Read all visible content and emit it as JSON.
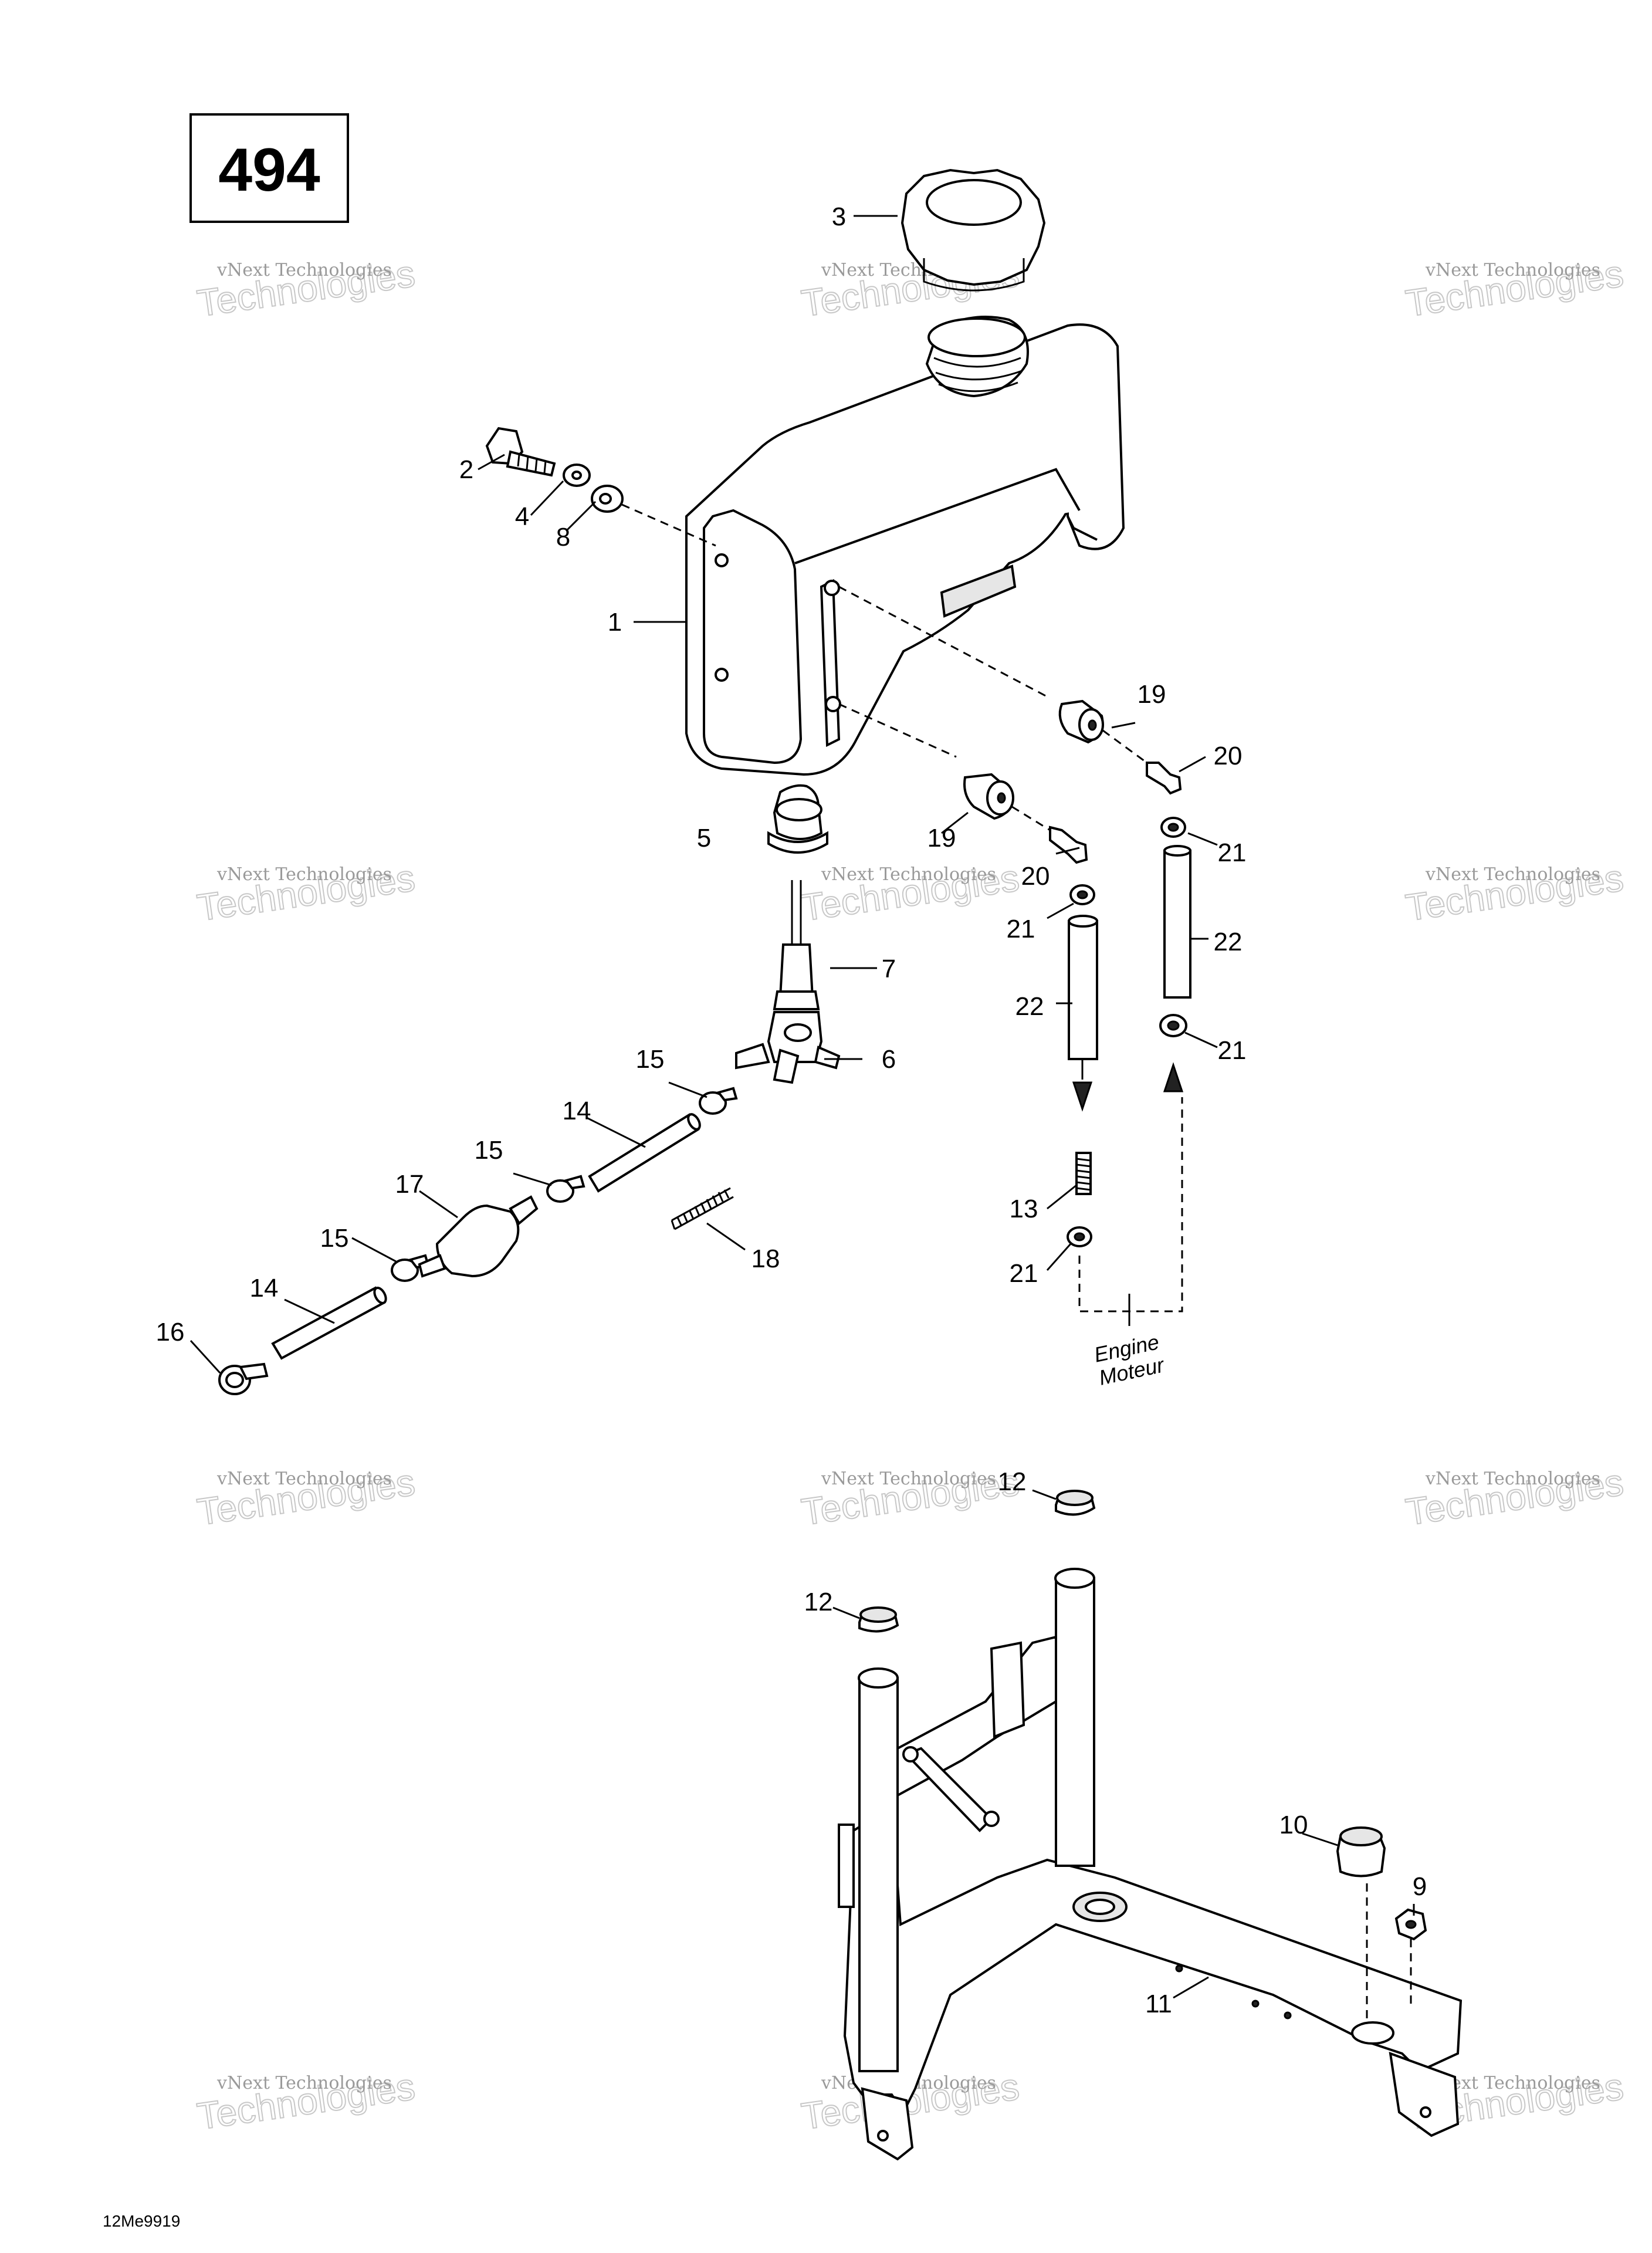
{
  "page_number": "494",
  "drawing_code": "12Me9919",
  "engine_label": {
    "line1": "Engine",
    "line2": "Moteur"
  },
  "watermark": {
    "small": "vNext Technologies",
    "large": "Technologies",
    "top": "vNext"
  },
  "callouts": {
    "c1": "1",
    "c2": "2",
    "c3": "3",
    "c4": "4",
    "c5": "5",
    "c6": "6",
    "c7": "7",
    "c8": "8",
    "c9": "9",
    "c10": "10",
    "c11": "11",
    "c12a": "12",
    "c12b": "12",
    "c13": "13",
    "c14a": "14",
    "c14b": "14",
    "c15a": "15",
    "c15b": "15",
    "c15c": "15",
    "c16": "16",
    "c17": "17",
    "c18": "18",
    "c19a": "19",
    "c19b": "19",
    "c20a": "20",
    "c20b": "20",
    "c21a": "21",
    "c21b": "21",
    "c21c": "21",
    "c21d": "21",
    "c22a": "22",
    "c22b": "22"
  }
}
